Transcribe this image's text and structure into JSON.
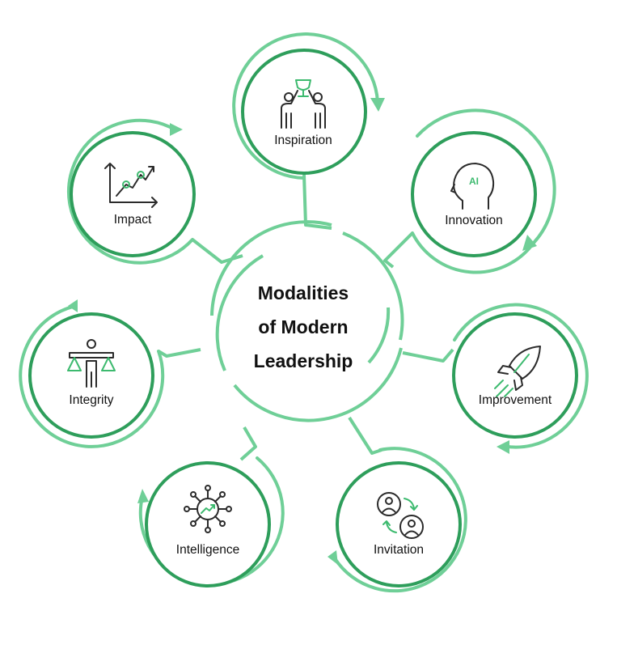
{
  "center": {
    "title_lines": [
      "Modalities",
      "of Modern",
      "Leadership"
    ]
  },
  "nodes": [
    {
      "id": "inspiration",
      "label": "Inspiration",
      "icon": "trophy-team-icon"
    },
    {
      "id": "innovation",
      "label": "Innovation",
      "icon": "ai-head-icon"
    },
    {
      "id": "improvement",
      "label": "Improvement",
      "icon": "rocket-icon"
    },
    {
      "id": "invitation",
      "label": "Invitation",
      "icon": "people-exchange-icon"
    },
    {
      "id": "intelligence",
      "label": "Intelligence",
      "icon": "network-growth-icon"
    },
    {
      "id": "integrity",
      "label": "Integrity",
      "icon": "scales-person-icon"
    },
    {
      "id": "impact",
      "label": "Impact",
      "icon": "growth-chart-icon"
    }
  ],
  "colors": {
    "outer_ring": "#6fcf97",
    "inner_ring": "#2e9e5b",
    "icon_accent": "#3dba6f",
    "text": "#111111"
  }
}
